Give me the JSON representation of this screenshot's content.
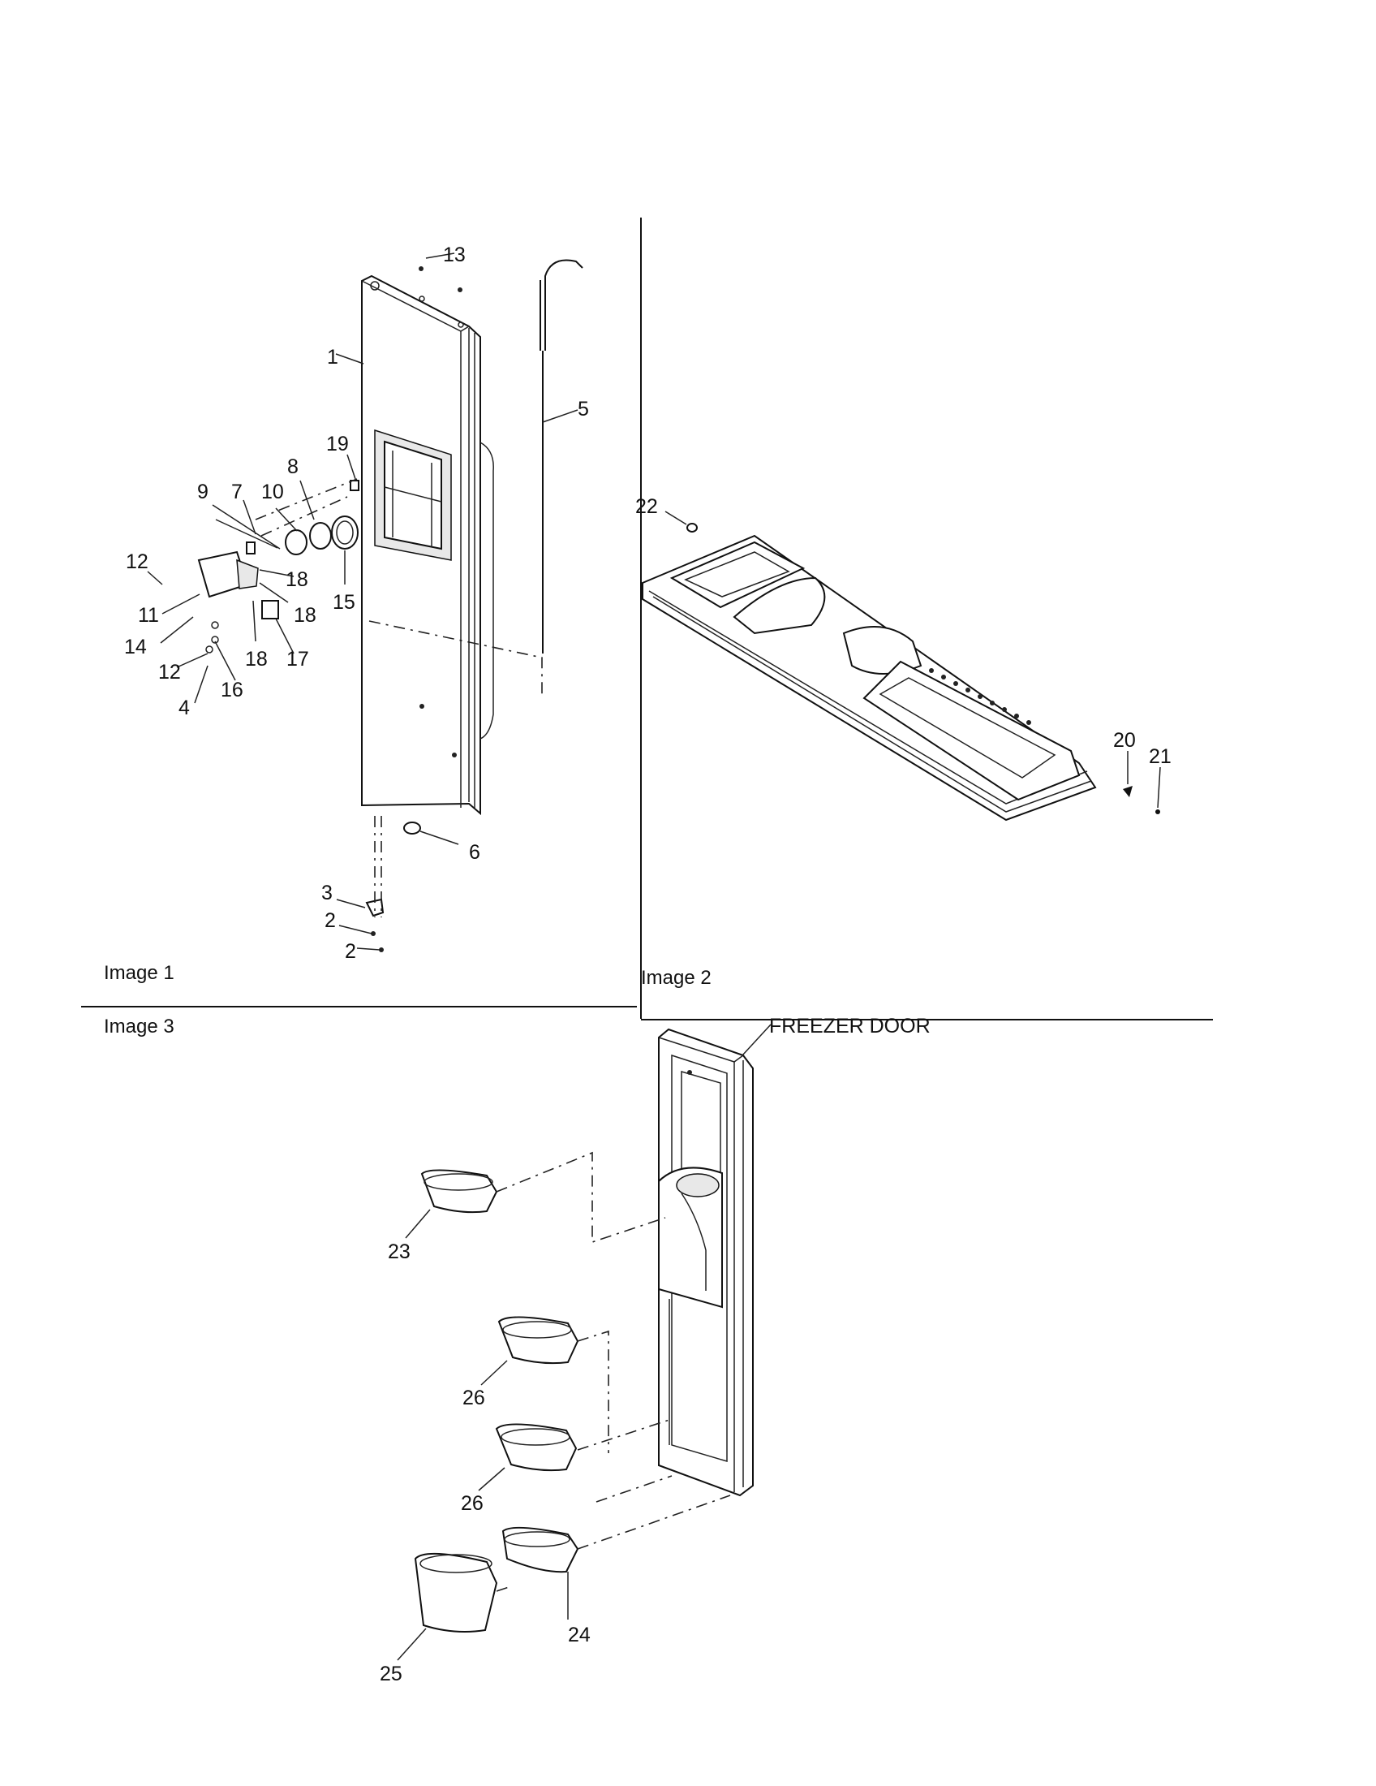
{
  "captions": {
    "image1": "Image 1",
    "image2": "Image 2",
    "image3": "Image 3",
    "freezer_door": "FREEZER DOOR"
  },
  "callouts": {
    "c1": "1",
    "c2a": "2",
    "c2b": "2",
    "c3": "3",
    "c4": "4",
    "c5": "5",
    "c6": "6",
    "c7": "7",
    "c8": "8",
    "c9": "9",
    "c10": "10",
    "c11": "11",
    "c12a": "12",
    "c12b": "12",
    "c13": "13",
    "c14": "14",
    "c15": "15",
    "c16": "16",
    "c17": "17",
    "c18a": "18",
    "c18b": "18",
    "c18c": "18",
    "c19": "19",
    "c20": "20",
    "c21": "21",
    "c22": "22",
    "c23": "23",
    "c24": "24",
    "c25": "25",
    "c26a": "26",
    "c26b": "26"
  }
}
